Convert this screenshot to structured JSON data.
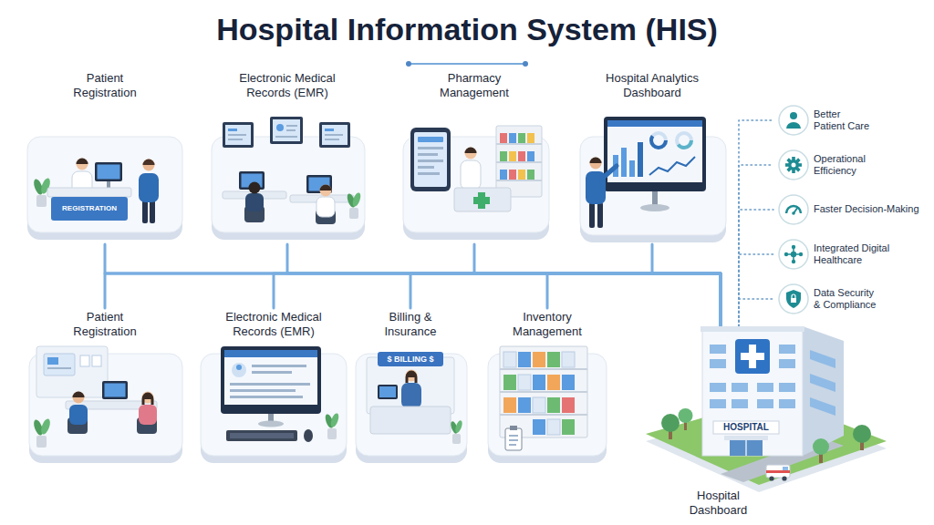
{
  "diagram": {
    "title": "Hospital Information System (HIS)",
    "nodes": [
      {
        "text": [
          "Patient Registration"
        ]
      },
      {
        "text": [
          "Electronic Medical Records (EMR)"
        ]
      },
      {
        "text": [
          "Pharmacy Management"
        ]
      },
      {
        "text": [
          "Hospital Analytics Dashboard"
        ]
      },
      {
        "text": [
          "Better Patient Care"
        ]
      },
      {
        "text": [
          "Operational Efficiency"
        ]
      },
      {
        "text": [
          "Faster Decision-Making"
        ]
      },
      {
        "text": [
          "Integrated Digital Healthcare"
        ]
      },
      {
        "text": [
          "Data Security & Compliance"
        ]
      },
      {
        "text": [
          "Patient Registration"
        ]
      },
      {
        "text": [
          "Electronic Medical Records (EMR)"
        ]
      },
      {
        "text": [
          "Billing & Insurance"
        ]
      },
      {
        "text": [
          "Inventory Management"
        ]
      },
      {
        "text": [
          "Hospital Dashboard"
        ]
      }
    ],
    "edges": [
      {
        "from": 0,
        "to": 13,
        "arrow": "none"
      },
      {
        "from": 1,
        "to": 13,
        "arrow": "none"
      },
      {
        "from": 2,
        "to": 13,
        "arrow": "none"
      },
      {
        "from": 3,
        "to": 13,
        "arrow": "none"
      },
      {
        "from": 9,
        "to": 13,
        "arrow": "none"
      },
      {
        "from": 10,
        "to": 13,
        "arrow": "none"
      },
      {
        "from": 11,
        "to": 13,
        "arrow": "none"
      },
      {
        "from": 12,
        "to": 13,
        "arrow": "none"
      },
      {
        "from": 13,
        "to": 4,
        "arrow": "none"
      },
      {
        "from": 13,
        "to": 5,
        "arrow": "none"
      },
      {
        "from": 13,
        "to": 6,
        "arrow": "none"
      },
      {
        "from": 13,
        "to": 7,
        "arrow": "none"
      },
      {
        "from": 13,
        "to": 8,
        "arrow": "none"
      }
    ],
    "labels": [
      "REGISTRATION",
      "$ BILLING $",
      "HOSPITAL"
    ]
  }
}
